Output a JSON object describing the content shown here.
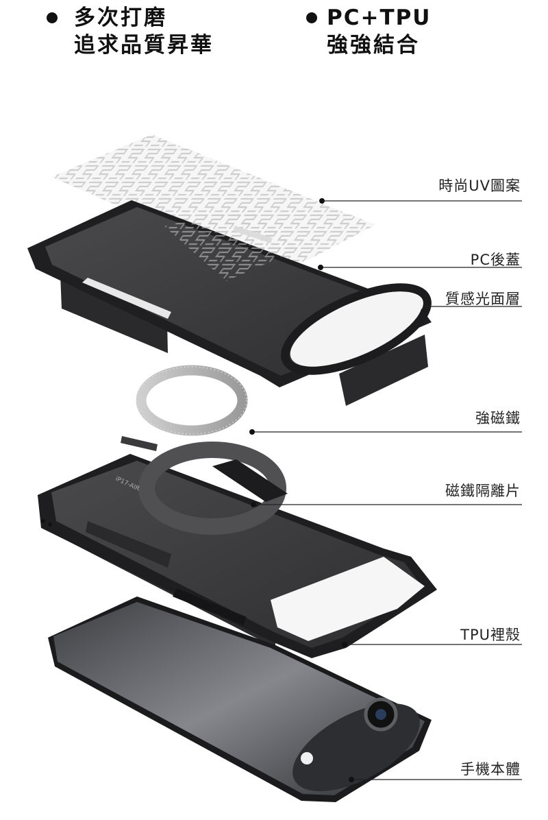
{
  "features": [
    {
      "line1": "多次打磨",
      "line2": "追求品質昇華"
    },
    {
      "line1": "PC+TPU",
      "line2": "強強結合"
    }
  ],
  "callouts": [
    {
      "label": "時尚UV圖案"
    },
    {
      "label": "PC後蓋"
    },
    {
      "label": "質感光面層"
    },
    {
      "label": "強磁鐵"
    },
    {
      "label": "磁鐵隔離片"
    },
    {
      "label": "TPU裡殼"
    },
    {
      "label": "手機本體"
    }
  ],
  "isolator_engraving": "iP17-AIR",
  "colors": {
    "text": "#111111",
    "case": "#3a3a3c",
    "frame": "#1e1e20",
    "leader": "#222222"
  }
}
